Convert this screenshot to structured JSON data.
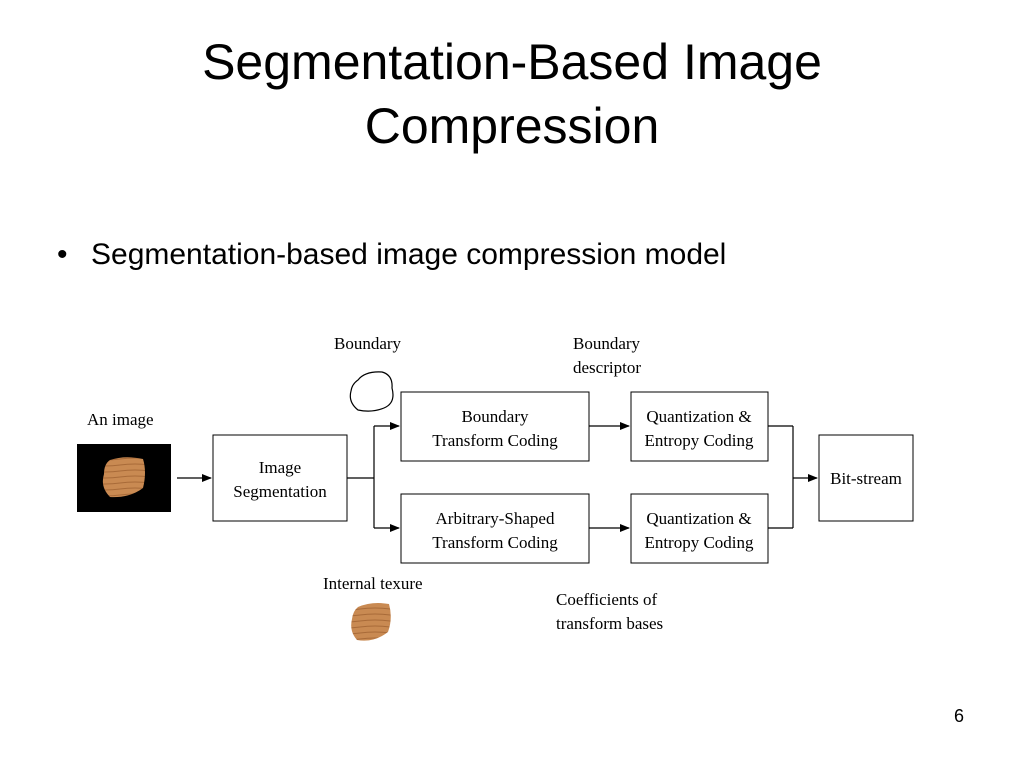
{
  "slide": {
    "title_line1": "Segmentation-Based Image",
    "title_line2": "Compression",
    "bullet": "Segmentation-based image compression model",
    "page_number": "6"
  },
  "diagram": {
    "input_label": "An image",
    "boundary_label": "Boundary",
    "boundary_descriptor_line1": "Boundary",
    "boundary_descriptor_line2": "descriptor",
    "internal_texture_label": "Internal texure",
    "coefficients_line1": "Coefficients of",
    "coefficients_line2": "transform bases",
    "segmentation_line1": "Image",
    "segmentation_line2": "Segmentation",
    "btc_line1": "Boundary",
    "btc_line2": "Transform Coding",
    "astc_line1": "Arbitrary-Shaped",
    "astc_line2": "Transform Coding",
    "quant_top_line1": "Quantization &",
    "quant_top_line2": "Entropy Coding",
    "quant_bottom_line1": "Quantization &",
    "quant_bottom_line2": "Entropy Coding",
    "bitstream": "Bit-stream",
    "colors": {
      "texture": "#c98a52",
      "texture_dark": "#a86a38",
      "image_bg": "#000000"
    }
  }
}
